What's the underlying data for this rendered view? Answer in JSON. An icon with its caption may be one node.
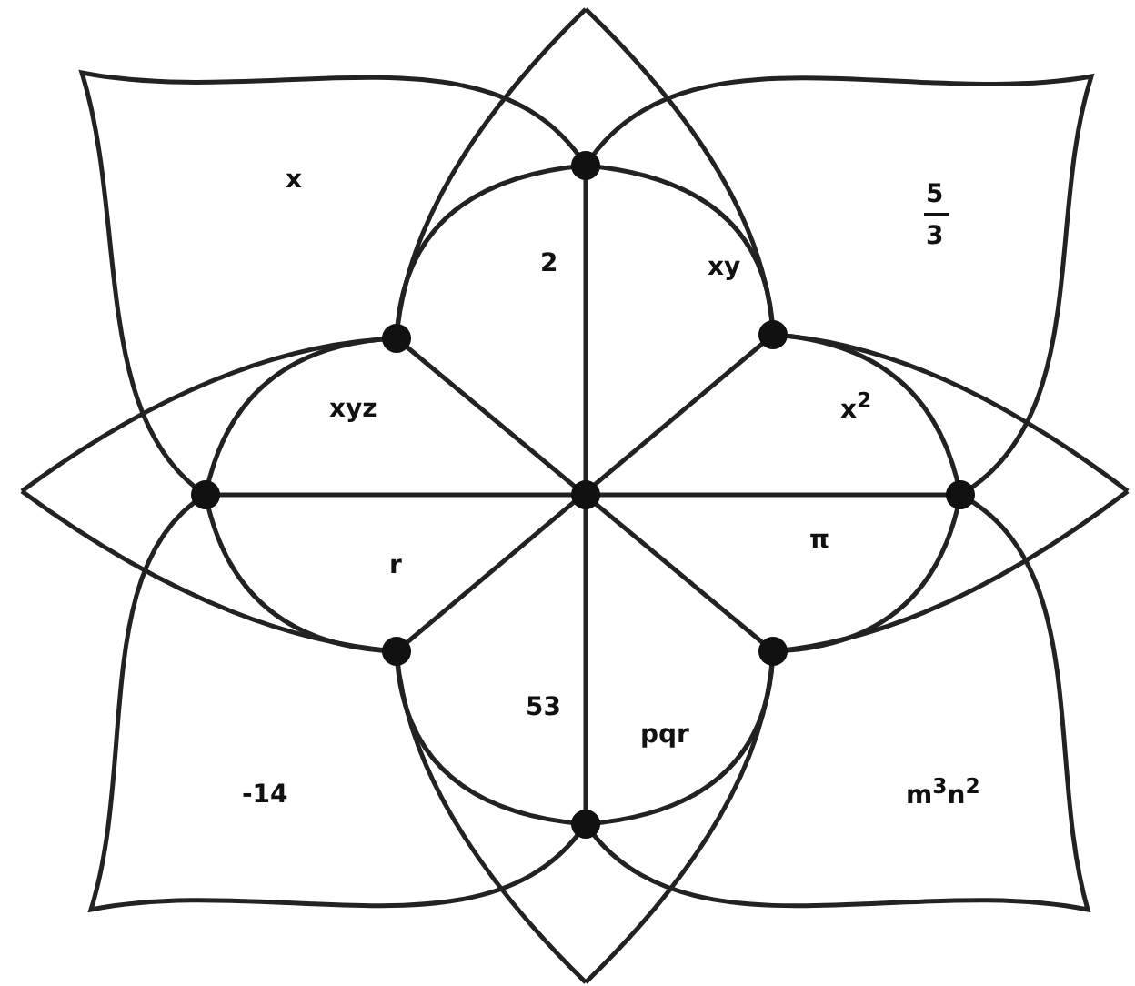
{
  "diagram": {
    "labels": [
      "x",
      "5",
      "3",
      "2",
      "xy",
      "xyz",
      "x$^{2}$",
      "r",
      "π",
      "53",
      "pqr",
      "-14",
      "m$^{3}$n$^{2}$"
    ]
  }
}
